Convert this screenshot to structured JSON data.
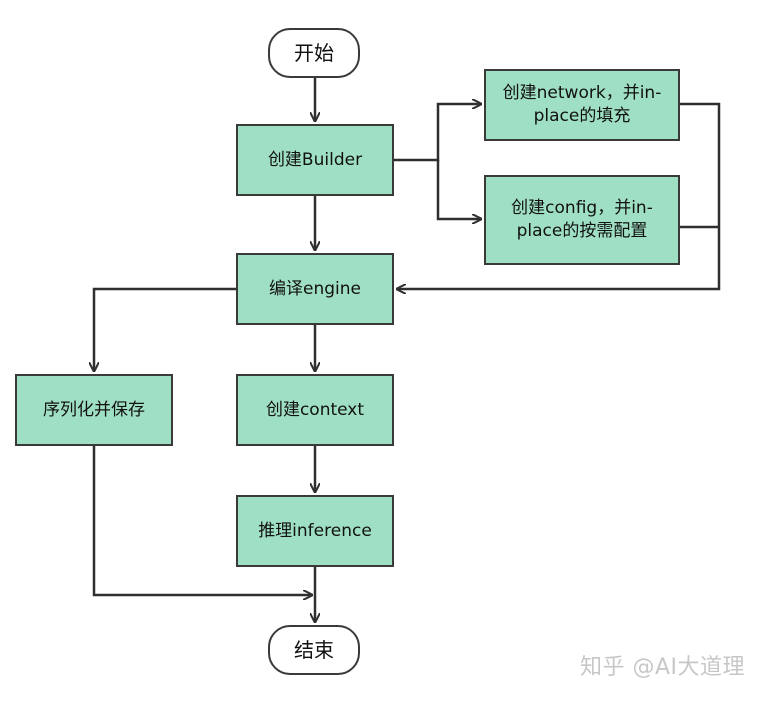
{
  "nodes": {
    "start": "开始",
    "builder": "创建Builder",
    "network": "创建network，并in-place的填充",
    "config": "创建config，并in-place的按需配置",
    "engine": "编译engine",
    "serialize": "序列化并保存",
    "context": "创建context",
    "inference": "推理inference",
    "end": "结束"
  },
  "watermark": "知乎 @AI大道理",
  "colors": {
    "process_fill": "#9fe0c4",
    "border": "#3a3a3a",
    "terminal_fill": "#ffffff"
  }
}
